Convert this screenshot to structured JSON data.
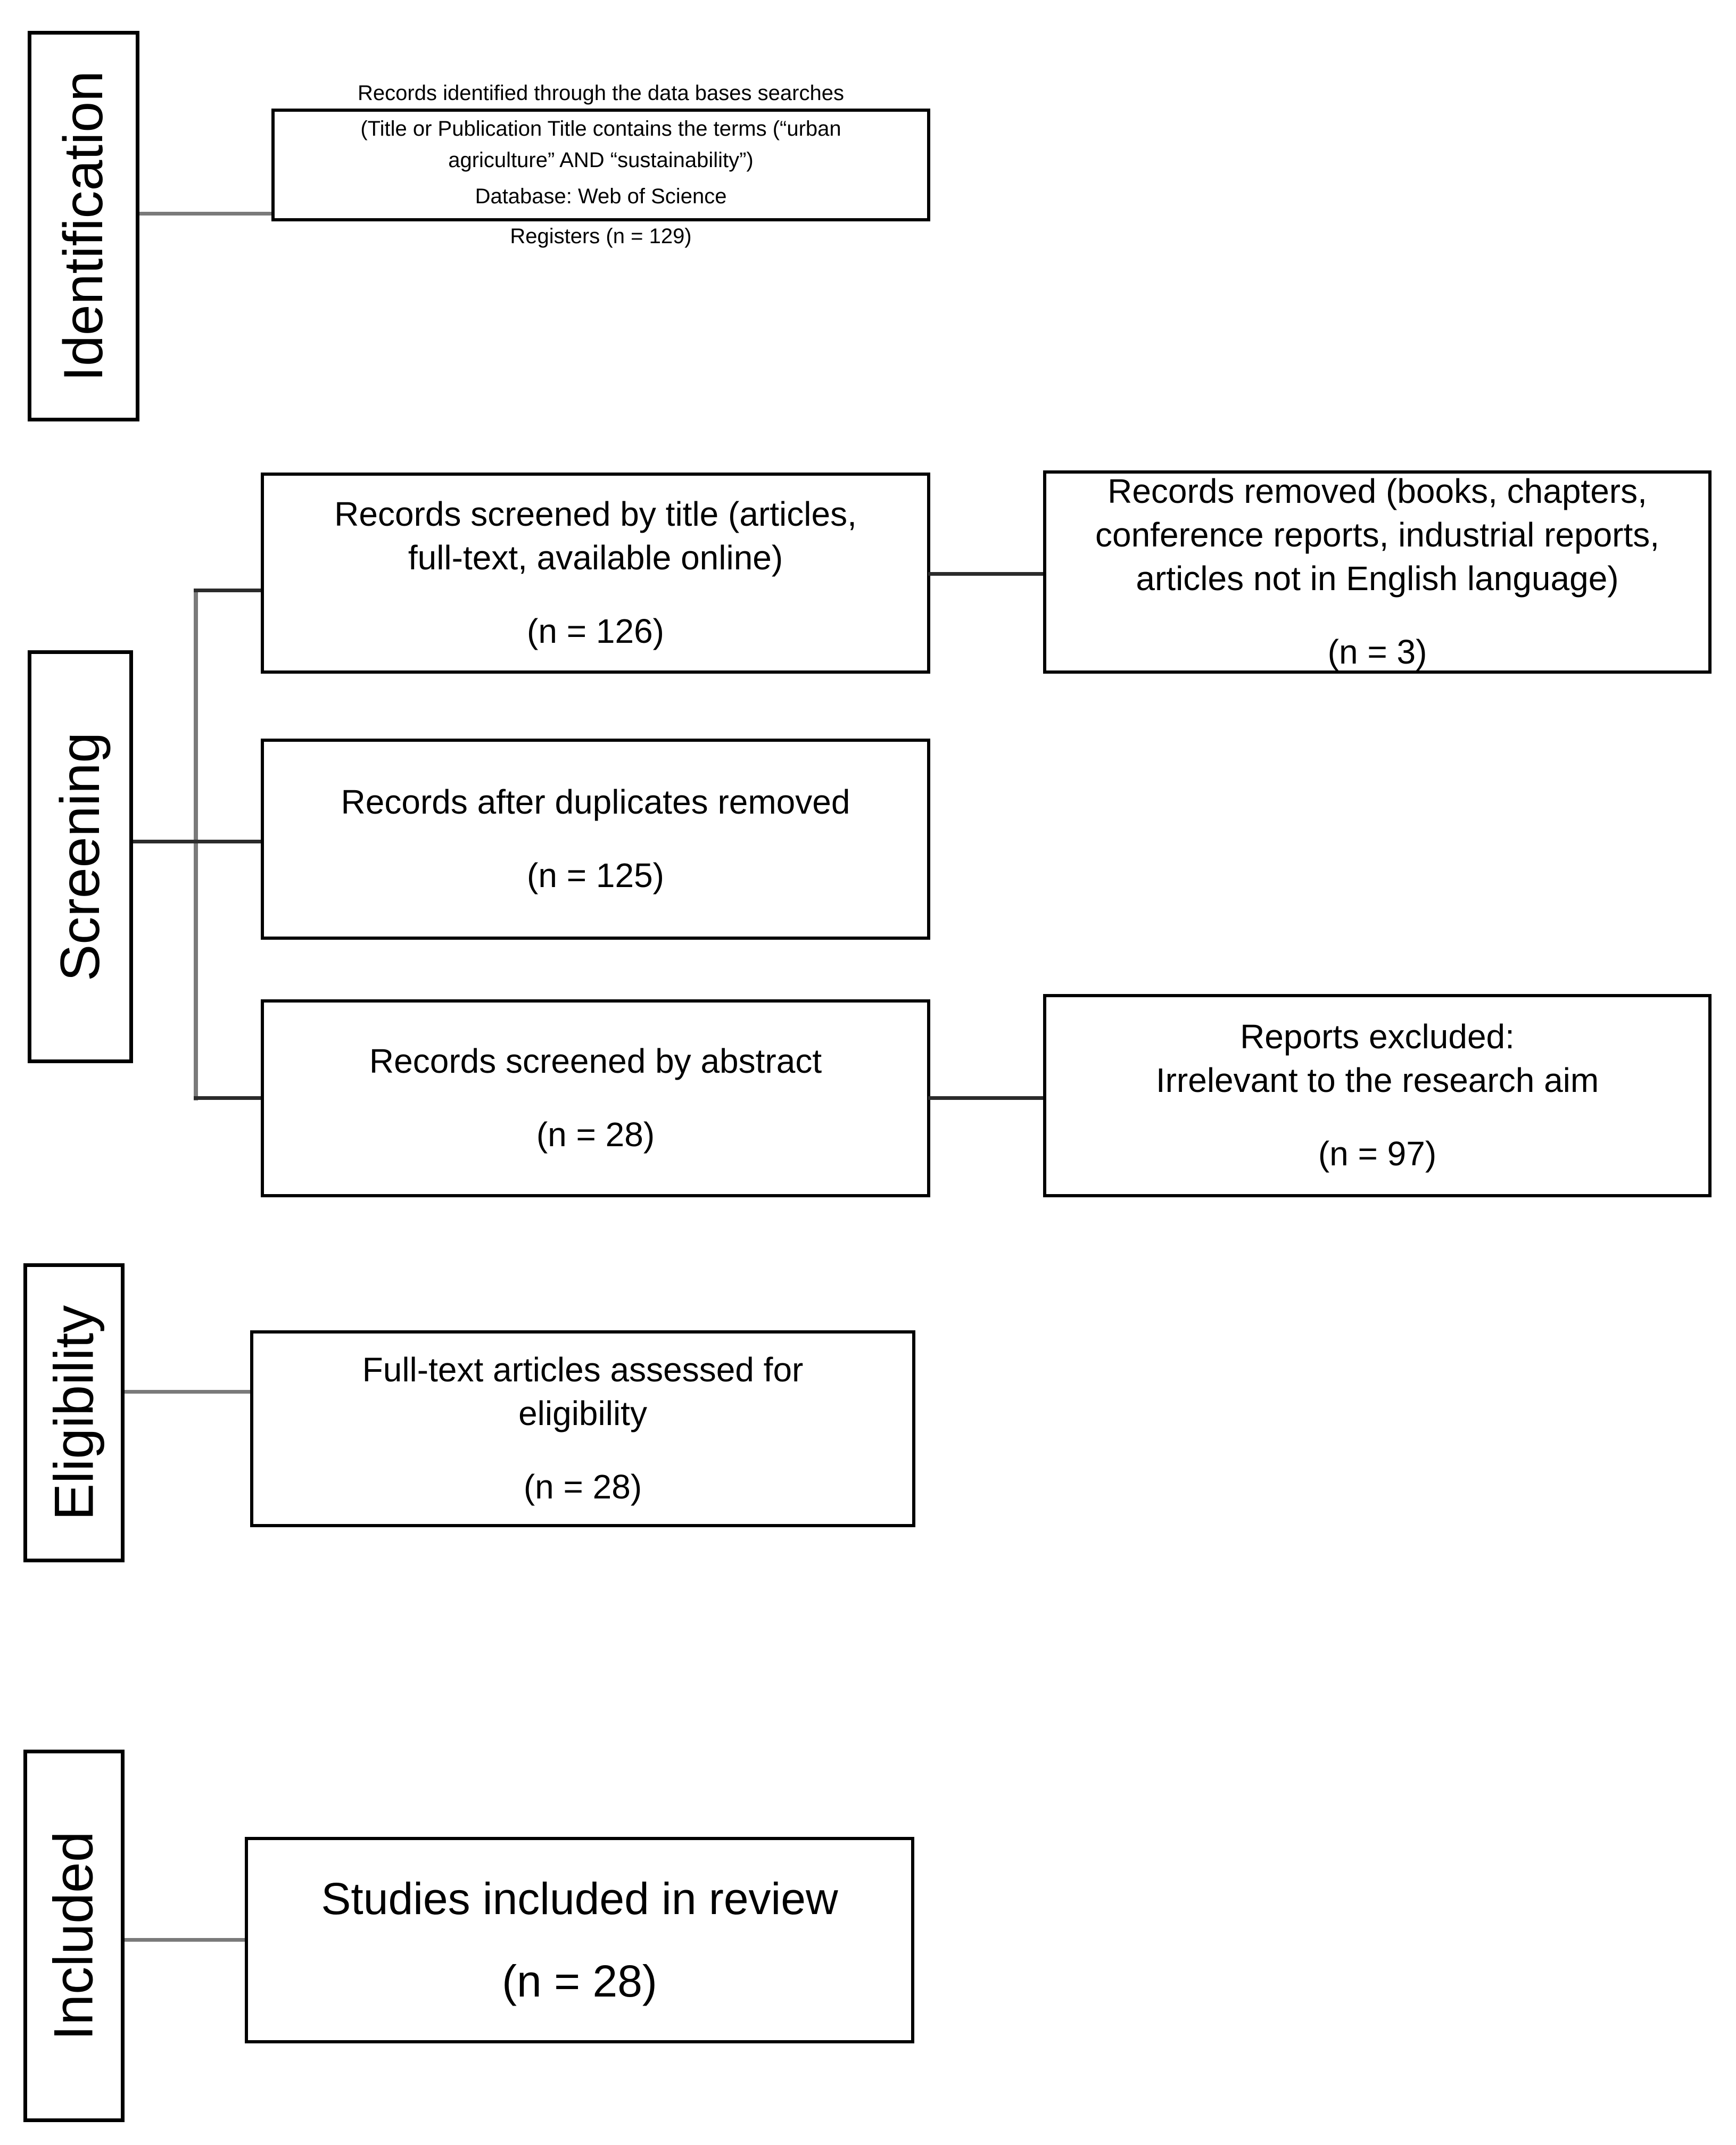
{
  "diagram": {
    "title": "PRISMA flow diagram",
    "line_color": "#7a7a7a",
    "border_color": "#000000",
    "background": "#ffffff"
  },
  "stages": {
    "identification": "Identification",
    "screening": "Screening",
    "eligibility": "Eligibility",
    "included": "Included"
  },
  "nodes": {
    "identified": {
      "line1": "Records identified through the data bases searches",
      "line2": "(Title or Publication Title contains the terms (“urban",
      "line3": "agriculture” AND “sustainability”)",
      "line4": "Database: Web of Science",
      "line5": "Registers (n = 129)"
    },
    "screened_title": {
      "line1": "Records screened by title (articles,",
      "line2": "full-text, available online)",
      "count": "(n = 126)"
    },
    "records_removed": {
      "line1": "Records removed (books, chapters,",
      "line2": "conference reports, industrial reports,",
      "line3": "articles not in English language)",
      "count": "(n = 3)"
    },
    "duplicates_removed": {
      "line1": "Records after duplicates removed",
      "count": "(n = 125)"
    },
    "screened_abstract": {
      "line1": "Records screened by abstract",
      "count": "(n = 28)"
    },
    "reports_excluded": {
      "line1": "Reports excluded:",
      "line2": "Irrelevant to the research aim",
      "count": "(n = 97)"
    },
    "fulltext_assessed": {
      "line1": "Full-text articles assessed for",
      "line2": "eligibility",
      "count": "(n = 28)"
    },
    "studies_included": {
      "line1": "Studies included in review",
      "count": "(n = 28)"
    }
  }
}
